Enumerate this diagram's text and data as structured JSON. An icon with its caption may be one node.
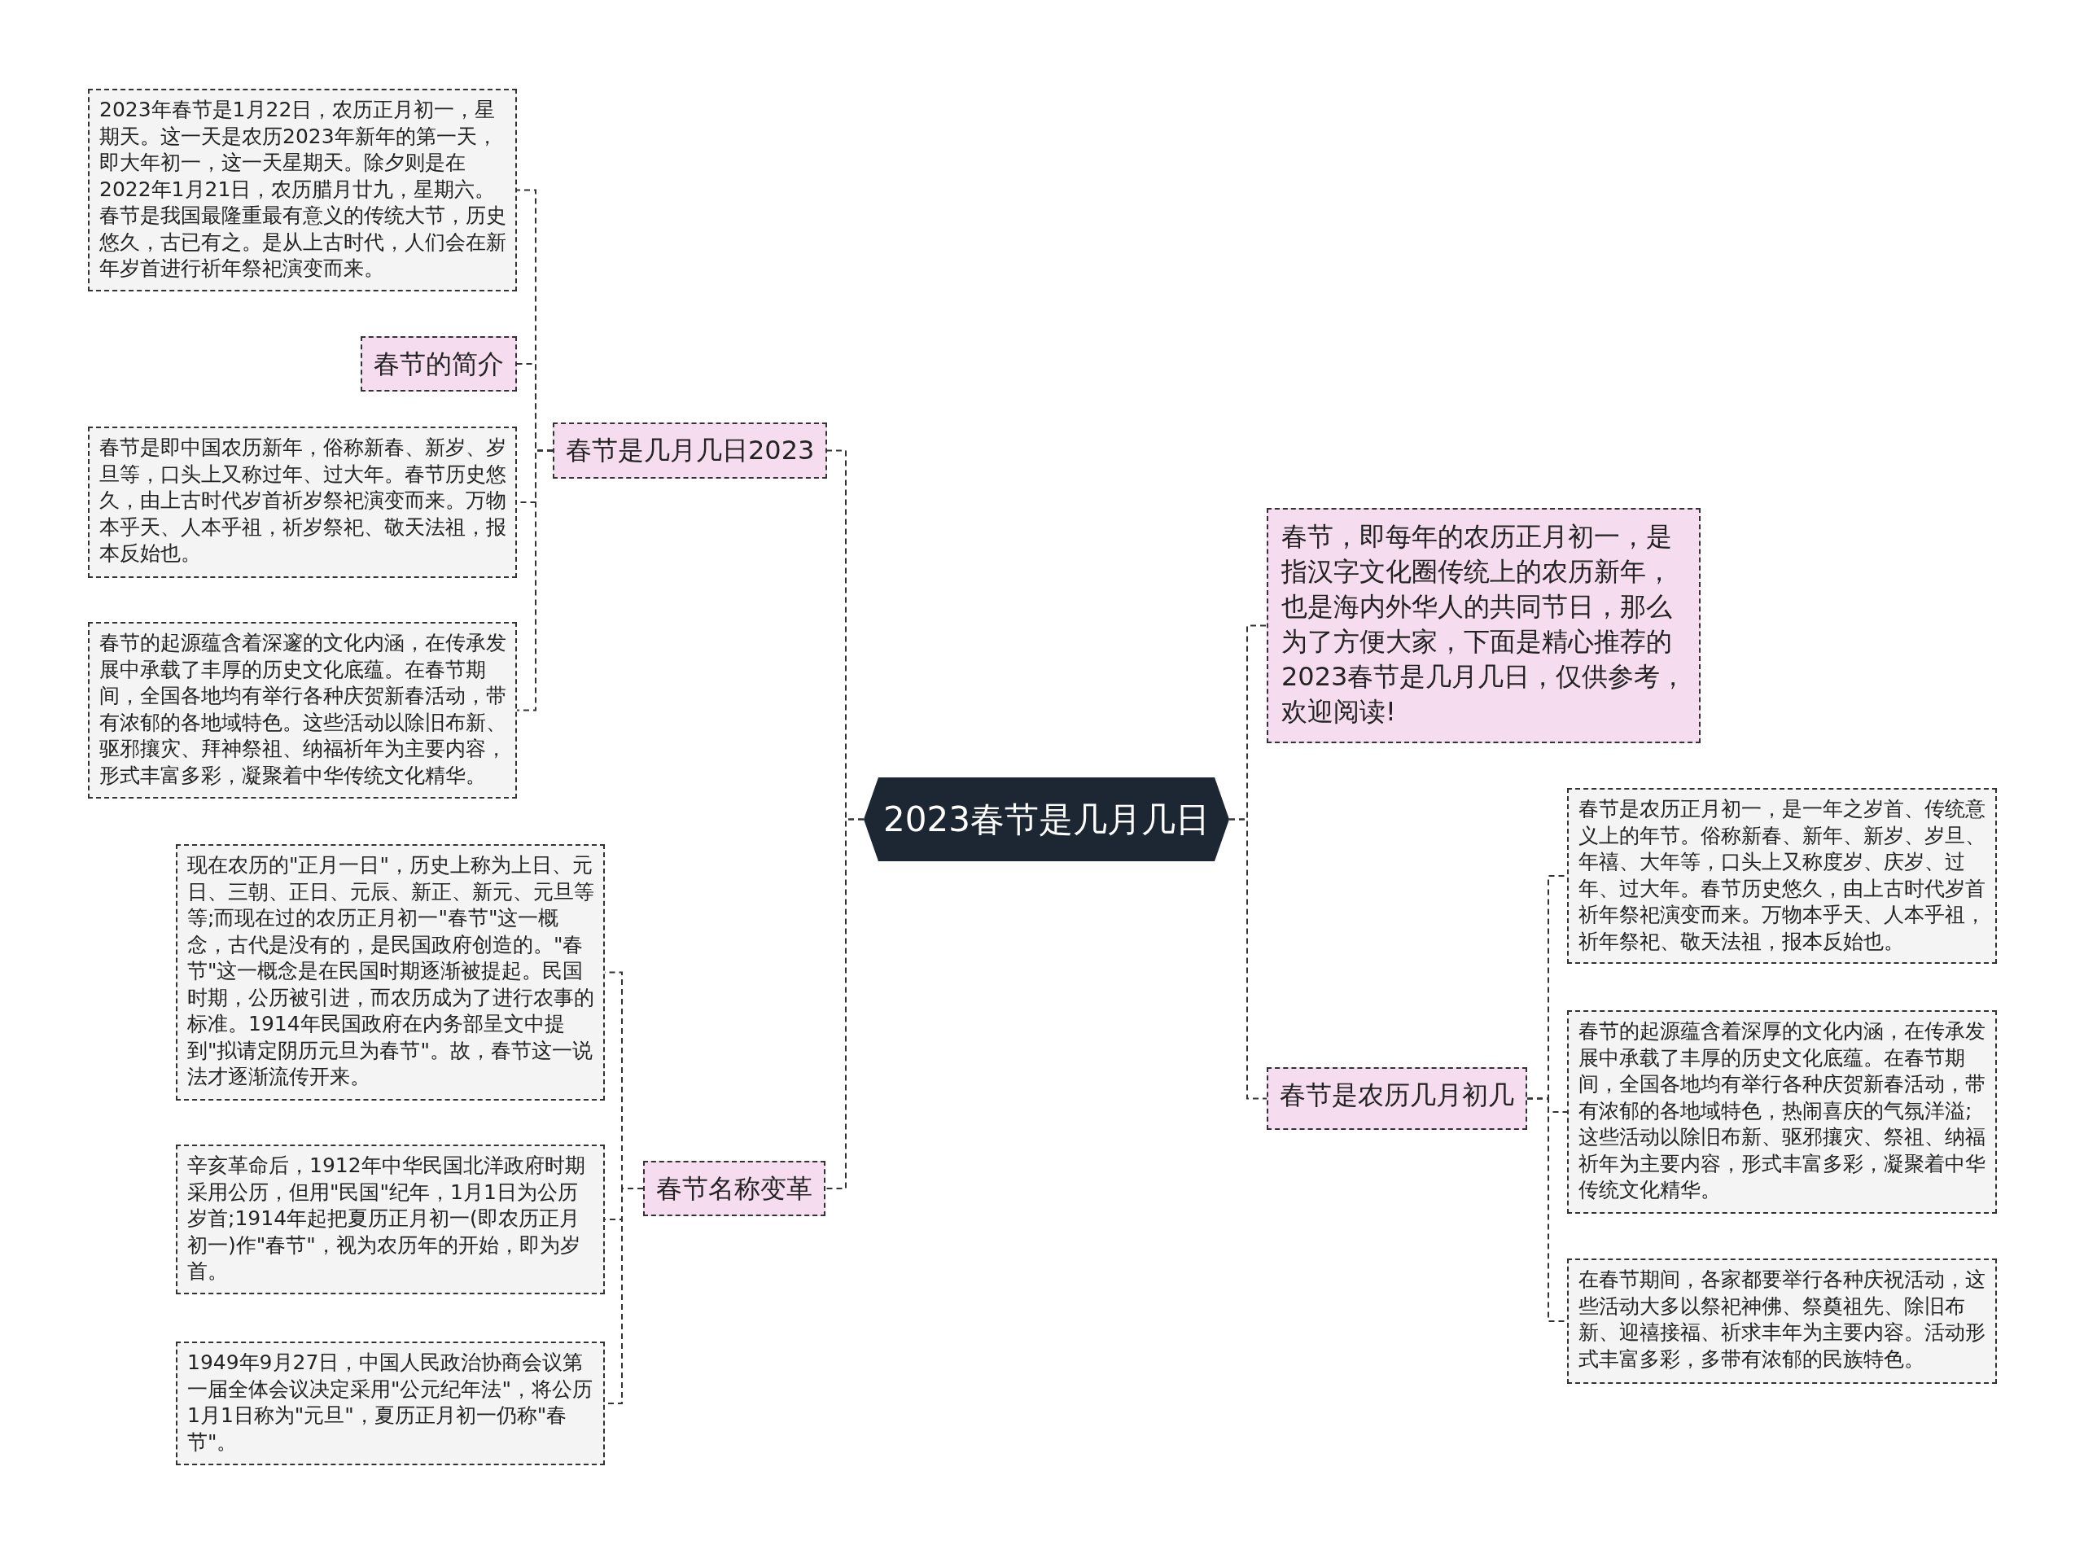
{
  "diagram": {
    "nodes": [
      {
        "text": [
          "2023春节是几月几日"
        ]
      },
      {
        "text": [
          "春节是几月几日2023"
        ]
      },
      {
        "text": [
          "2023年春节是1月22日，农历正月初一，星期天。这一天是农历2023年新年的第一天，即大年初一，这一天星期天。除夕则是在2022年1月21日，农历腊月廿九，星期六。春节是我国最隆重最有意义的传统大节，历史悠久，古已有之。是从上古时代，人们会在新年岁首进行祈年祭祀演变而来。"
        ]
      },
      {
        "text": [
          "春节的简介"
        ]
      },
      {
        "text": [
          "春节是即中国农历新年，俗称新春、新岁、岁旦等，口头上又称过年、过大年。春节历史悠久，由上古时代岁首祈岁祭祀演变而来。万物本乎天、人本乎祖，祈岁祭祀、敬天法祖，报本反始也。"
        ]
      },
      {
        "text": [
          "春节的起源蕴含着深邃的文化内涵，在传承发展中承载了丰厚的历史文化底蕴。在春节期间，全国各地均有举行各种庆贺新春活动，带有浓郁的各地域特色。这些活动以除旧布新、驱邪攘灾、拜神祭祖、纳福祈年为主要内容，形式丰富多彩，凝聚着中华传统文化精华。"
        ]
      },
      {
        "text": [
          "春节名称变革"
        ]
      },
      {
        "text": [
          "现在农历的\"正月一日\"，历史上称为上日、元日、三朝、正日、元辰、新正、新元、元旦等等;而现在过的农历正月初一\"春节\"这一概念，古代是没有的，是民国政府创造的。\"春节\"这一概念是在民国时期逐渐被提起。民国时期，公历被引进，而农历成为了进行农事的标准。1914年民国政府在内务部呈文中提到\"拟请定阴历元旦为春节\"。故，春节这一说法才逐渐流传开来。"
        ]
      },
      {
        "text": [
          "辛亥革命后，1912年中华民国北洋政府时期采用公历，但用\"民国\"纪年，1月1日为公历岁首;1914年起把夏历正月初一(即农历正月初一)作\"春节\"，视为农历年的开始，即为岁首。"
        ]
      },
      {
        "text": [
          "1949年9月27日，中国人民政治协商会议第一届全体会议决定采用\"公元纪年法\"，将公历1月1日称为\"元旦\"，夏历正月初一仍称\"春节\"。"
        ]
      },
      {
        "text": [
          "春节，即每年的农历正月初一，是指汉字文化圈传统上的农历新年，也是海内外华人的共同节日，那么为了方便大家，下面是精心推荐的2023春节是几月几日，仅供参考，欢迎阅读!"
        ]
      },
      {
        "text": [
          "春节是农历几月初几"
        ]
      },
      {
        "text": [
          "春节是农历正月初一，是一年之岁首、传统意义上的年节。俗称新春、新年、新岁、岁旦、年禧、大年等，口头上又称度岁、庆岁、过年、过大年。春节历史悠久，由上古时代岁首祈年祭祀演变而来。万物本乎天、人本乎祖，祈年祭祀、敬天法祖，报本反始也。"
        ]
      },
      {
        "text": [
          "春节的起源蕴含着深厚的文化内涵，在传承发展中承载了丰厚的历史文化底蕴。在春节期间，全国各地均有举行各种庆贺新春活动，带有浓郁的各地域特色，热闹喜庆的气氛洋溢;这些活动以除旧布新、驱邪攘灾、祭祖、纳福祈年为主要内容，形式丰富多彩，凝聚着中华传统文化精华。"
        ]
      },
      {
        "text": [
          "在春节期间，各家都要举行各种庆祝活动，这些活动大多以祭祀神佛、祭奠祖先、除旧布新、迎禧接福、祈求丰年为主要内容。活动形式丰富多彩，多带有浓郁的民族特色。"
        ]
      }
    ],
    "edges": [
      {
        "from": 0,
        "to": 1,
        "arrow": "none"
      },
      {
        "from": 1,
        "to": 2,
        "arrow": "none"
      },
      {
        "from": 1,
        "to": 3,
        "arrow": "none"
      },
      {
        "from": 1,
        "to": 4,
        "arrow": "none"
      },
      {
        "from": 1,
        "to": 5,
        "arrow": "none"
      },
      {
        "from": 0,
        "to": 6,
        "arrow": "none"
      },
      {
        "from": 6,
        "to": 7,
        "arrow": "none"
      },
      {
        "from": 6,
        "to": 8,
        "arrow": "none"
      },
      {
        "from": 6,
        "to": 9,
        "arrow": "none"
      },
      {
        "from": 0,
        "to": 10,
        "arrow": "none"
      },
      {
        "from": 0,
        "to": 11,
        "arrow": "none"
      },
      {
        "from": 11,
        "to": 12,
        "arrow": "none"
      },
      {
        "from": 11,
        "to": 13,
        "arrow": "none"
      },
      {
        "from": 11,
        "to": 14,
        "arrow": "none"
      }
    ]
  }
}
